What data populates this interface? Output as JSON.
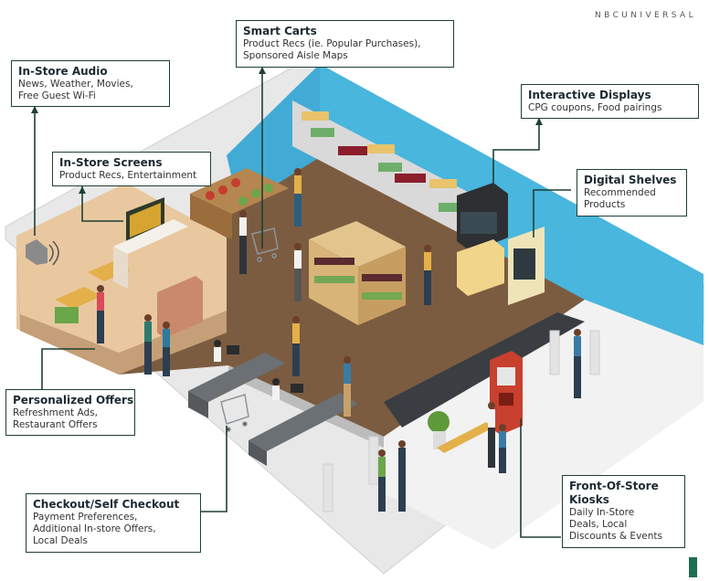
{
  "brand": {
    "wordmark": "NBCUNIVERSAL"
  },
  "colors": {
    "accent": "#1f3f35",
    "wall": "#3ab0d8",
    "floor": "#7b5c40"
  },
  "callouts": {
    "smart_carts": {
      "title": "Smart Carts",
      "lines": [
        "Product Recs (ie. Popular Purchases),",
        "Sponsored Aisle Maps"
      ]
    },
    "in_store_audio": {
      "title": "In-Store Audio",
      "lines": [
        "News, Weather, Movies,",
        "Free Guest Wi-Fi"
      ]
    },
    "interactive_displays": {
      "title": "Interactive Displays",
      "lines": [
        "CPG coupons, Food pairings"
      ]
    },
    "in_store_screens": {
      "title": "In-Store Screens",
      "lines": [
        "Product Recs, Entertainment"
      ]
    },
    "digital_shelves": {
      "title": "Digital Shelves",
      "lines": [
        "Recommended",
        "Products"
      ]
    },
    "personalized_offers": {
      "title": "Personalized Offers",
      "lines": [
        "Refreshment Ads,",
        "Restaurant Offers"
      ]
    },
    "checkout": {
      "title": "Checkout/Self Checkout",
      "lines": [
        "Payment Preferences,",
        "Additional In-store Offers,",
        "Local Deals"
      ]
    },
    "kiosks": {
      "title": "Front-Of-Store Kiosks",
      "title_lines": [
        "Front-Of-Store",
        "Kiosks"
      ],
      "lines": [
        "Daily In-Store",
        "Deals, Local",
        "Discounts & Events"
      ]
    }
  },
  "icons": [
    "speaker-icon",
    "shopping-cart-icon",
    "screen-icon",
    "kiosk-icon"
  ]
}
